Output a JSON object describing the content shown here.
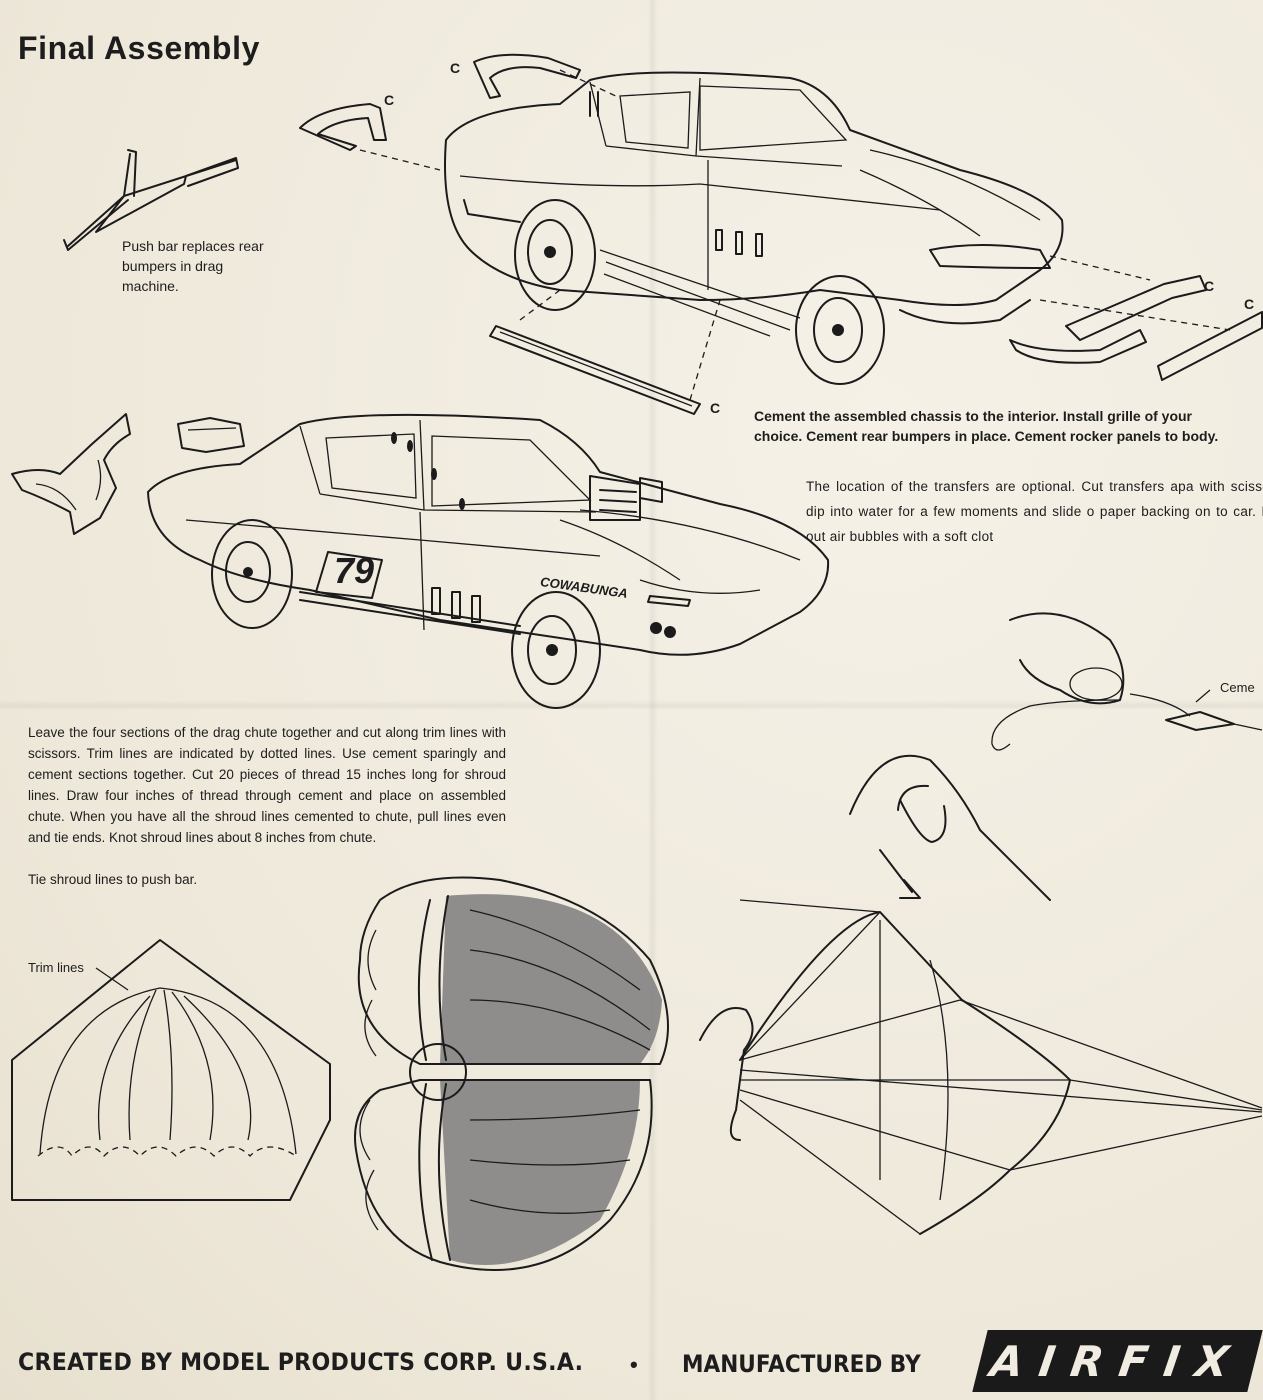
{
  "title": "Final Assembly",
  "push_bar_caption": "Push bar replaces rear bumpers in drag machine.",
  "part_label": "C",
  "instruction_cement": "Cement the assembled chassis to the interior. Install grille of your choice. Cement rear bumpers in place. Cement rocker panels to body.",
  "instruction_transfers": "The location of the transfers are optional. Cut transfers apa with scissors, dip into water for a few moments and slide o paper backing on to car. Blot out air bubbles with a soft clot",
  "instruction_chute": "Leave the four sections of the drag chute together and cut along trim lines with scissors. Trim lines are indicated by dotted lines. Use cement sparingly and cement sections together. Cut 20 pieces of thread 15 inches long for shroud lines. Draw four inches of thread through cement and place on assembled chute. When you have all the shroud lines cemented to chute, pull lines even and tie ends. Knot shroud lines about 8 inches from chute.",
  "instruction_tie": "Tie shroud lines to push bar.",
  "trim_lines_label": "Trim lines",
  "cement_label": "Ceme",
  "car_number": "79",
  "car_name": "COWABUNGA",
  "footer_created": "CREATED BY MODEL PRODUCTS CORP. U.S.A.",
  "footer_dot": "•",
  "footer_manufactured": "MANUFACTURED BY",
  "brand": "AIRFIX"
}
